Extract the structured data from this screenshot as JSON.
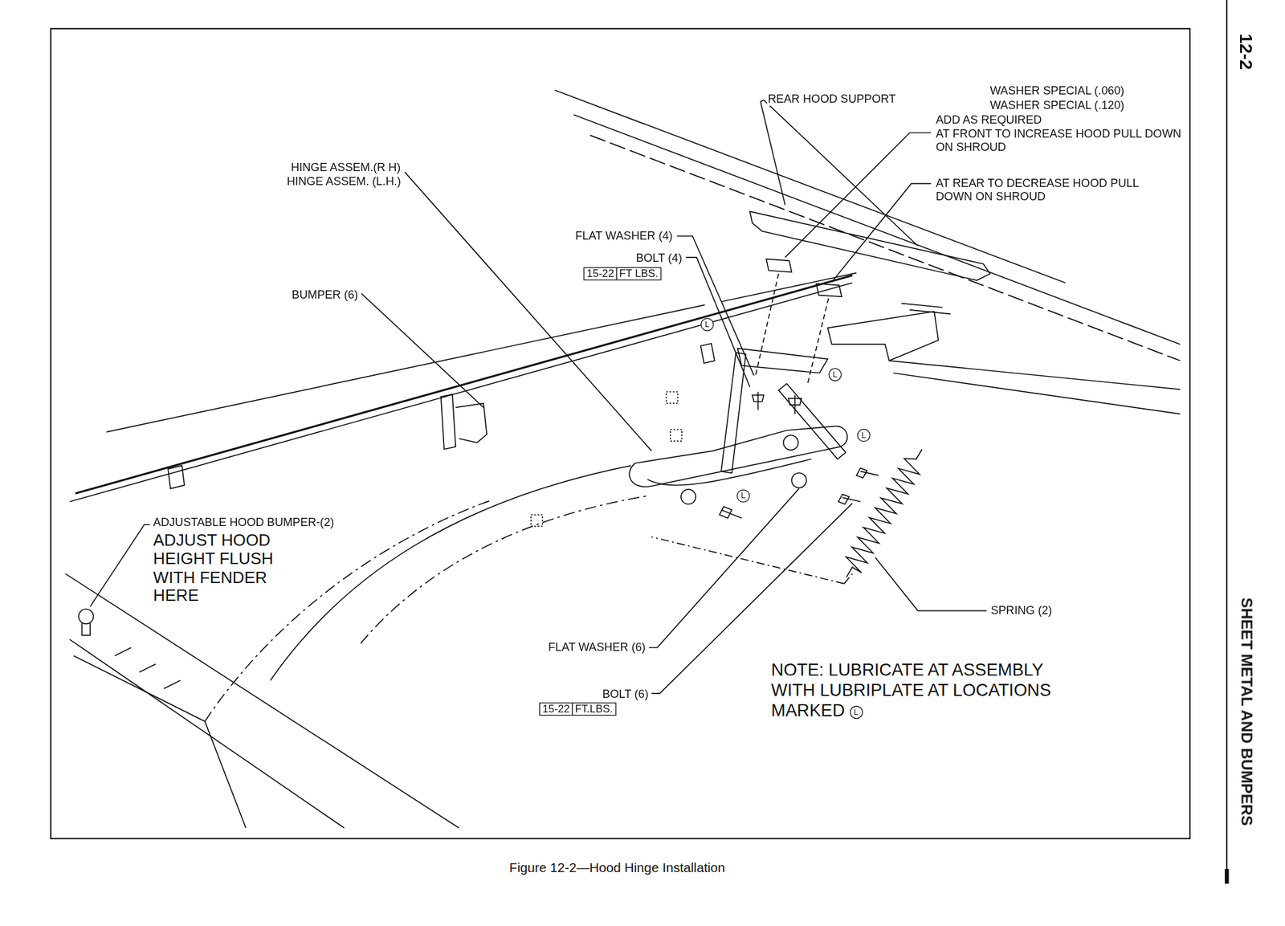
{
  "diagram": {
    "caption": "Figure 12-2—Hood Hinge Installation",
    "labels": [
      "12-2",
      "SHEET METAL AND BUMPERS",
      "REAR HOOD SUPPORT",
      "WASHER SPECIAL (.060)",
      "WASHER SPECIAL (.120)",
      "ADD AS REQUIRED",
      "AT FRONT TO INCREASE HOOD PULL DOWN ON SHROUD",
      "AT REAR TO DECREASE HOOD PULL DOWN ON SHROUD",
      "HINGE ASSEM.(R H)",
      "HINGE ASSEM. (L.H.)",
      "FLAT WASHER (4)",
      "BOLT (4)",
      "15-22",
      "FT LBS.",
      "BUMPER (6)",
      "ADJUSTABLE HOOD BUMPER-(2)",
      "ADJUST HOOD HEIGHT FLUSH WITH FENDER HERE",
      "SPRING (2)",
      "FLAT WASHER (6)",
      "BOLT (6)",
      "15-22",
      "FT.LBS.",
      "NOTE: LUBRICATE AT ASSEMBLY WITH LUBRIPLATE AT LOCATIONS MARKED",
      "L",
      "L",
      "L",
      "L",
      "L"
    ]
  }
}
